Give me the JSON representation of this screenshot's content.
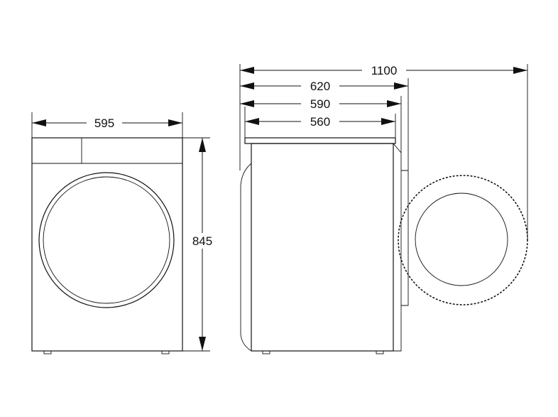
{
  "dimensions": {
    "front_width": "595",
    "height": "845",
    "depth_door_open": "1100",
    "depth_total": "620",
    "depth_body_top": "590",
    "depth_body": "560"
  },
  "colors": {
    "line": "#111111",
    "background": "#ffffff"
  }
}
